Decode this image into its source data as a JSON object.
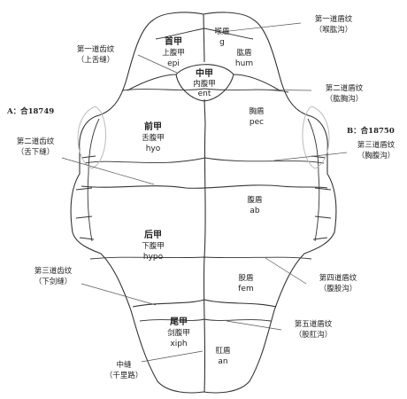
{
  "plates": {
    "epi": {
      "big": "首甲",
      "cn": "上腹甲",
      "code": "epi"
    },
    "ent": {
      "big": "中甲",
      "cn": "内腹甲",
      "code": "ent"
    },
    "hyo": {
      "big": "前甲",
      "cn": "舌腹甲",
      "code": "hyo"
    },
    "hypo": {
      "big": "后甲",
      "cn": "下腹甲",
      "code": "hypo"
    },
    "xiph": {
      "big": "尾甲",
      "cn": "剑腹甲",
      "code": "xiph"
    }
  },
  "scutes": {
    "g": {
      "cn": "喉盾",
      "code": "g"
    },
    "hum": {
      "cn": "肱盾",
      "code": "hum"
    },
    "pec": {
      "cn": "胸盾",
      "code": "pec"
    },
    "ab": {
      "cn": "腹盾",
      "code": "ab"
    },
    "fem": {
      "cn": "股盾",
      "code": "fem"
    },
    "an": {
      "cn": "肛盾",
      "code": "an"
    }
  },
  "callouts": {
    "suture1": {
      "l1": "第一道齿纹",
      "l2": "（上舌缝）"
    },
    "suture2": {
      "l1": "第二道齿纹",
      "l2": "（舌下缝）"
    },
    "suture3": {
      "l1": "第三道齿纹",
      "l2": "（下剑缝）"
    },
    "midline": {
      "l1": "中缝",
      "l2": "（千里路）"
    },
    "groove1": {
      "l1": "第一道盾纹",
      "l2": "（喉肱沟）"
    },
    "groove2": {
      "l1": "第二道盾纹",
      "l2": "（肱胸沟）"
    },
    "groove3": {
      "l1": "第三道盾纹",
      "l2": "（胸腹沟）"
    },
    "groove4": {
      "l1": "第四道盾纹",
      "l2": "（腹股沟）"
    },
    "groove5": {
      "l1": "第五道盾纹",
      "l2": "（股肛沟）"
    },
    "joinA": {
      "text": "A：合18749"
    },
    "joinB": {
      "text": "B：合18750"
    }
  }
}
